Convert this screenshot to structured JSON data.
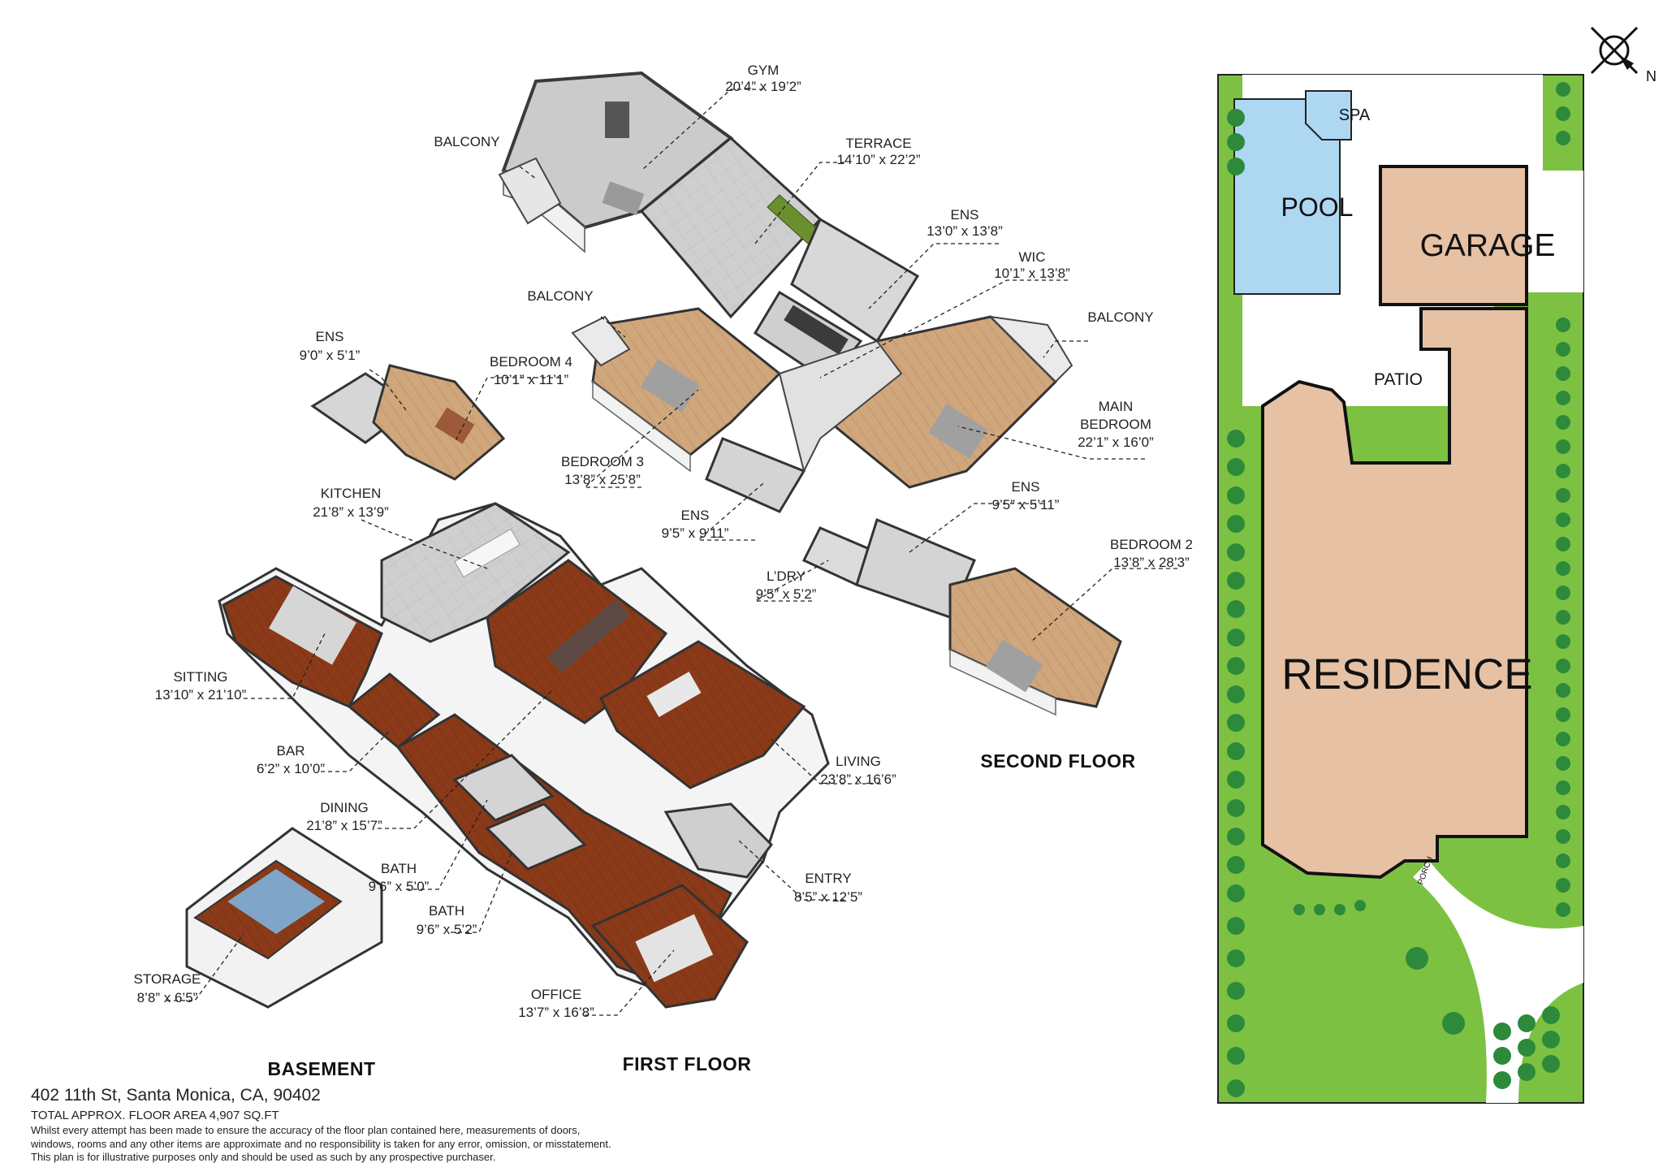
{
  "rooms": {
    "gym": {
      "name": "GYM",
      "dims": "20’4” x 19’2”"
    },
    "balcony_gym": {
      "name": "BALCONY",
      "dims": ""
    },
    "terrace": {
      "name": "TERRACE",
      "dims": "14’10” x 22’2”"
    },
    "ens_main": {
      "name": "ENS",
      "dims": "13’0” x 13’8”"
    },
    "wic": {
      "name": "WIC",
      "dims": "10’1” x 13’8”"
    },
    "balcony_main": {
      "name": "BALCONY",
      "dims": ""
    },
    "balcony_b3": {
      "name": "BALCONY",
      "dims": ""
    },
    "ens_b4": {
      "name": "ENS",
      "dims": "9’0” x 5’1”"
    },
    "bedroom4": {
      "name": "BEDROOM 4",
      "dims": "10’1” x 11’1”"
    },
    "main_bedroom": {
      "name": "MAIN",
      "name2": "BEDROOM",
      "dims": "22’1” x 16’0”"
    },
    "bedroom3": {
      "name": "BEDROOM 3",
      "dims": "13’8” x 25’8”"
    },
    "kitchen": {
      "name": "KITCHEN",
      "dims": "21’8” x 13’9”"
    },
    "ens_b3": {
      "name": "ENS",
      "dims": "9’5” x 9’11”"
    },
    "ens_b2": {
      "name": "ENS",
      "dims": "9’5” x 5’11”"
    },
    "bedroom2": {
      "name": "BEDROOM 2",
      "dims": "13’8” x 28’3”"
    },
    "laundry": {
      "name": "L’DRY",
      "dims": "9’5” x 5’2”"
    },
    "sitting": {
      "name": "SITTING",
      "dims": "13’10” x 21’10”"
    },
    "bar": {
      "name": "BAR",
      "dims": "6’2” x 10’0”"
    },
    "living": {
      "name": "LIVING",
      "dims": "23’8” x 16’6”"
    },
    "dining": {
      "name": "DINING",
      "dims": "21’8” x 15’7”"
    },
    "bath1": {
      "name": "BATH",
      "dims": "9’6” x 5’0”"
    },
    "entry": {
      "name": "ENTRY",
      "dims": "8’5” x 12’5”"
    },
    "bath2": {
      "name": "BATH",
      "dims": "9’6” x 5’2”"
    },
    "storage": {
      "name": "STORAGE",
      "dims": "8’8” x 6’5”"
    },
    "office": {
      "name": "OFFICE",
      "dims": "13’7” x 16’8”"
    }
  },
  "floors": {
    "second": "SECOND FLOOR",
    "first": "FIRST FLOOR",
    "basement": "BASEMENT"
  },
  "site": {
    "pool": "POOL",
    "spa": "SPA",
    "garage": "GARAGE",
    "patio": "PATIO",
    "residence": "RESIDENCE",
    "porch": "PORCH",
    "compass": "N"
  },
  "footer": {
    "address": "402 11th St, Santa Monica, CA, 90402",
    "area": "TOTAL APPROX. FLOOR AREA 4,907 SQ.FT",
    "disclaimer": [
      "Whilst every attempt has been made to ensure the accuracy of the floor plan contained here, measurements of doors,",
      "windows, rooms and any other items are approximate and no responsibility is taken for any error, omission, or misstatement.",
      "This plan is for illustrative purposes only and should be used as such by any prospective purchaser."
    ]
  },
  "colors": {
    "wood": "#8a3a18",
    "light_wood": "#c9a27a",
    "tile": "#d3d3d3",
    "wall": "#f4f4f4",
    "wall_dark": "#3b3b3b",
    "lawn": "#7dc142",
    "tree": "#2c8a3a",
    "building": "#e6c1a4",
    "pool": "#aed8f2"
  }
}
